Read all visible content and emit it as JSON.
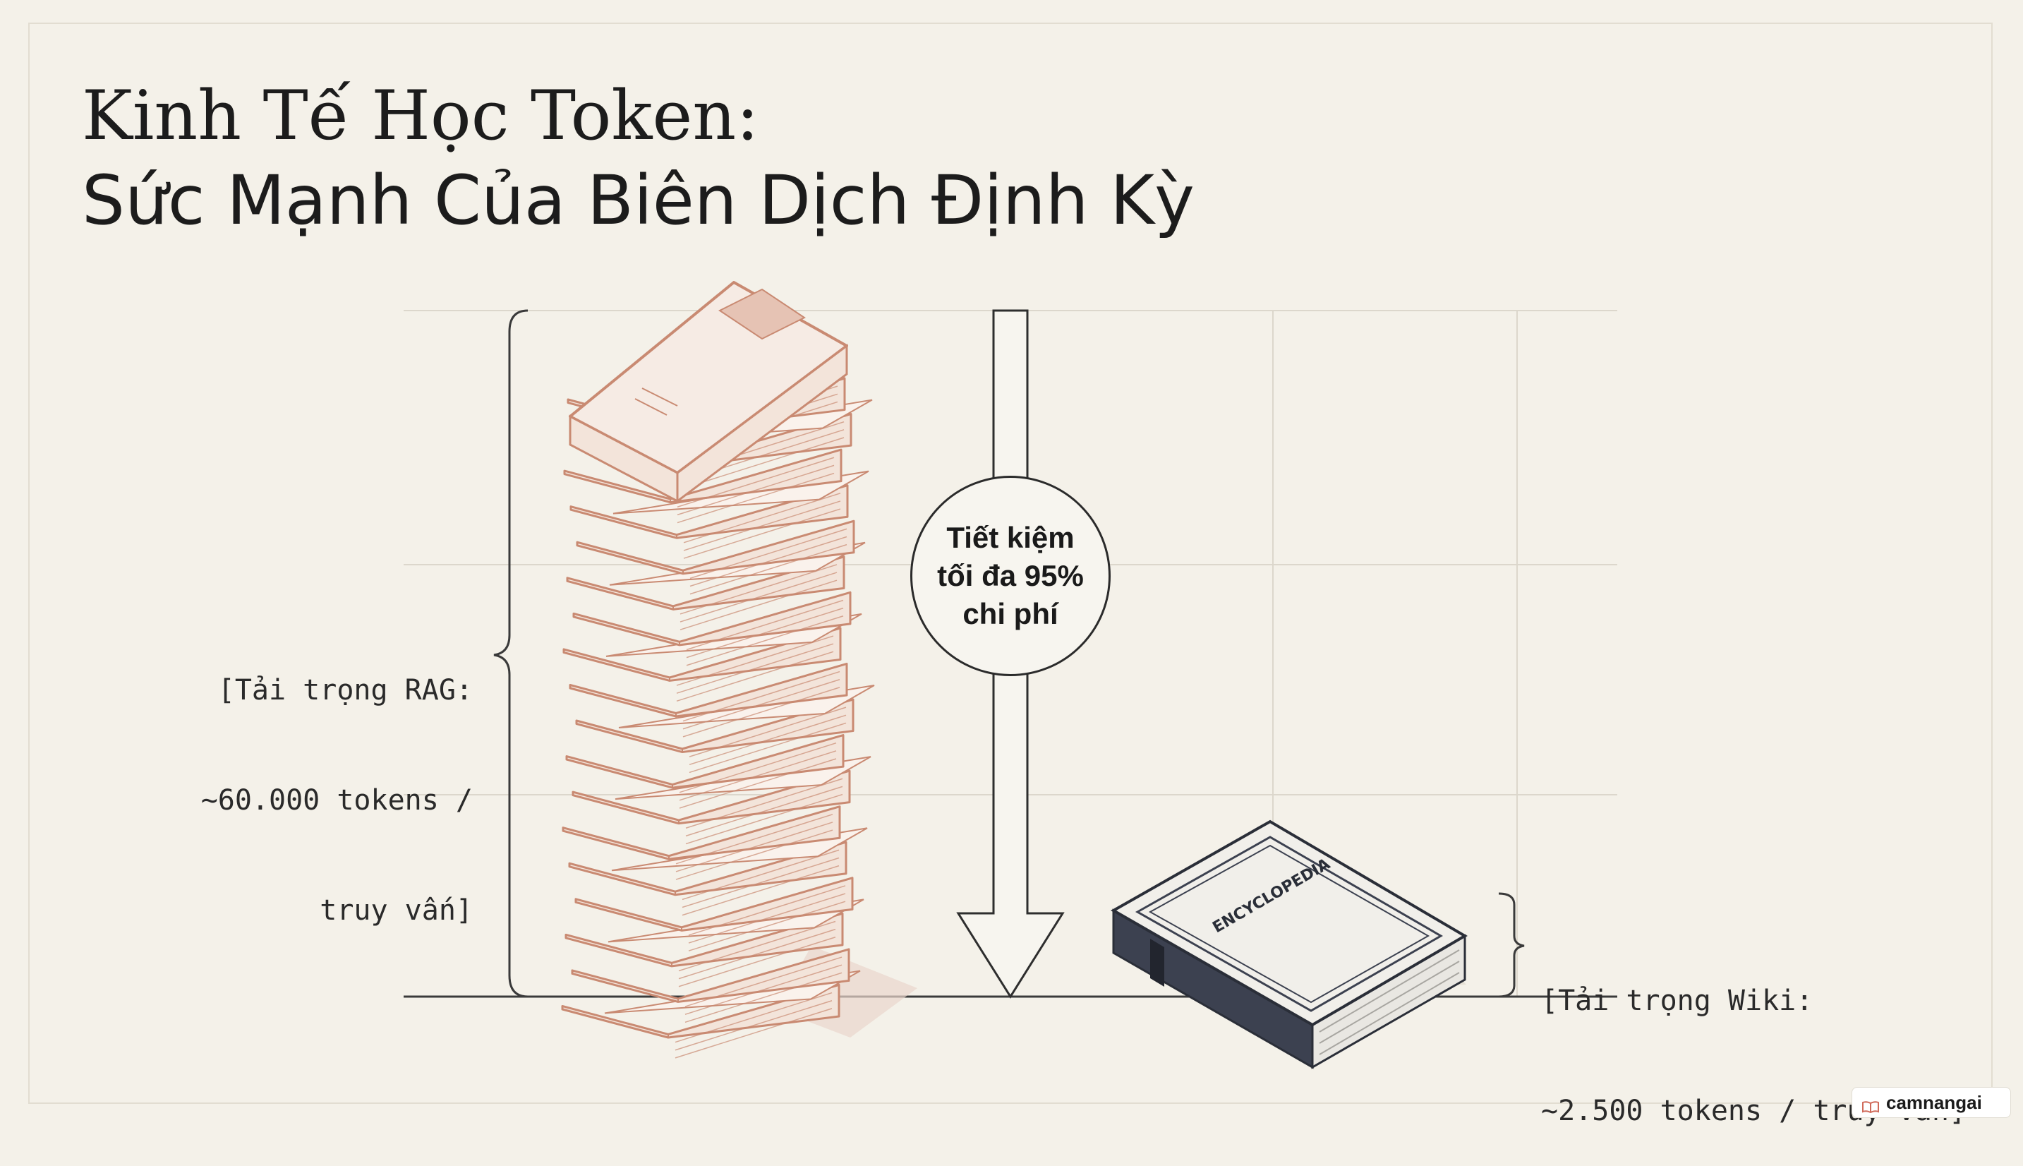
{
  "title": {
    "line1": "Kinh Tế Học Token:",
    "line2": "Sức Mạnh Của Biên Dịch Định Kỳ"
  },
  "rag": {
    "line1": "[Tải trọng RAG:",
    "line2": "~60.000 tokens /",
    "line3": "truy vấn]"
  },
  "savings": {
    "line1": "Tiết kiệm",
    "line2": "tối đa 95%",
    "line3": "chi phí"
  },
  "wiki": {
    "line1": "[Tải trọng Wiki:",
    "line2": "~2.500 tokens / truy vấn]"
  },
  "encyclopedia_spine": "ENCYCLOPEDIA",
  "brand": "camnangai",
  "colors": {
    "background": "#f4f1e9",
    "book_stack": "#c98a72",
    "book_stack_fill": "#f3e4da",
    "encyclopedia": "#3c4150",
    "ink": "#1c1c1c"
  }
}
